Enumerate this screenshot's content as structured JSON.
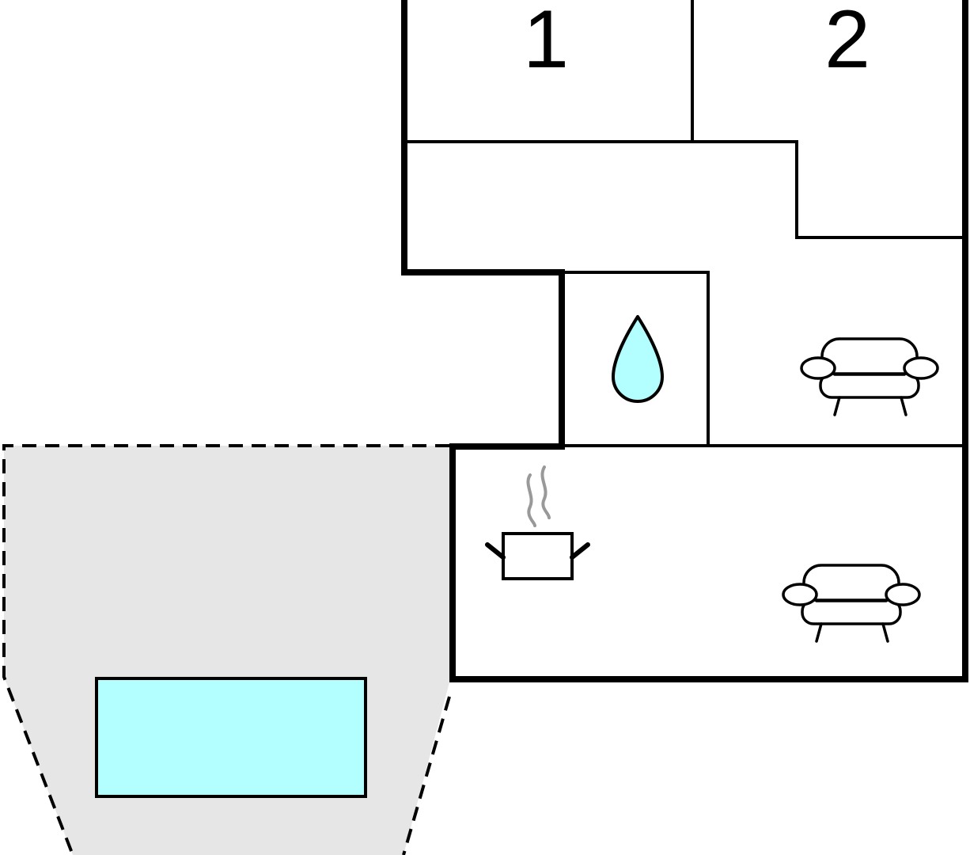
{
  "rooms": [
    {
      "label": "1",
      "kind": "bedroom"
    },
    {
      "label": "2",
      "kind": "bedroom"
    },
    {
      "kind": "hallway"
    },
    {
      "kind": "bathroom",
      "icon": "water-drop-icon"
    },
    {
      "kind": "living-room",
      "icon": "sofa-icon"
    },
    {
      "kind": "kitchen-living-room",
      "icons": [
        "cooking-pot-icon",
        "sofa-icon"
      ]
    },
    {
      "kind": "terrace",
      "icon": "pool-icon"
    }
  ],
  "colors": {
    "walls": "#000000",
    "terrace": "#e6e6e6",
    "water": "#b3ffff",
    "steam": "#999999",
    "background": "#ffffff"
  }
}
